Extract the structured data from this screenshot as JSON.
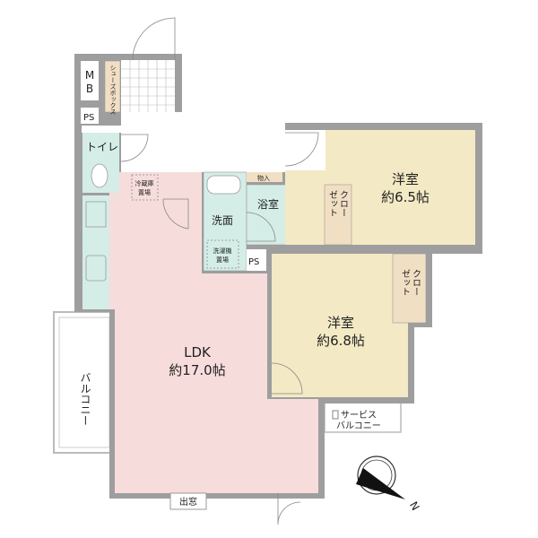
{
  "rooms": {
    "ldk": {
      "name": "LDK",
      "size": "約17.0帖"
    },
    "bedroom1": {
      "name": "洋室",
      "size": "約6.5帖"
    },
    "bedroom2": {
      "name": "洋室",
      "size": "約6.8帖"
    },
    "closet1": {
      "line1": "クロー",
      "line2": "ゼット"
    },
    "closet2": {
      "line1": "クロー",
      "line2": "ゼット"
    },
    "toilet": "トイレ",
    "bath": "浴室",
    "washroom": "洗面",
    "storage": "物入",
    "shoebox": "シューズボックス",
    "mb": {
      "line1": "M",
      "line2": "B"
    },
    "ps1": "PS",
    "ps2": "PS",
    "fridge": {
      "line1": "冷蔵庫",
      "line2": "置場"
    },
    "washer": {
      "line1": "洗濯機",
      "line2": "置場"
    },
    "balcony": "バルコニー",
    "service_balcony": {
      "line1": "サービス",
      "line2": "バルコニー"
    },
    "bay_window": "出窓"
  },
  "compass": {
    "label": "N"
  },
  "colors": {
    "wall": "#9e9e9e",
    "ldk": "#f7dcdc",
    "bedroom": "#f3e9c4",
    "wet": "#d5ede7",
    "closet": "#f1dfc4"
  }
}
